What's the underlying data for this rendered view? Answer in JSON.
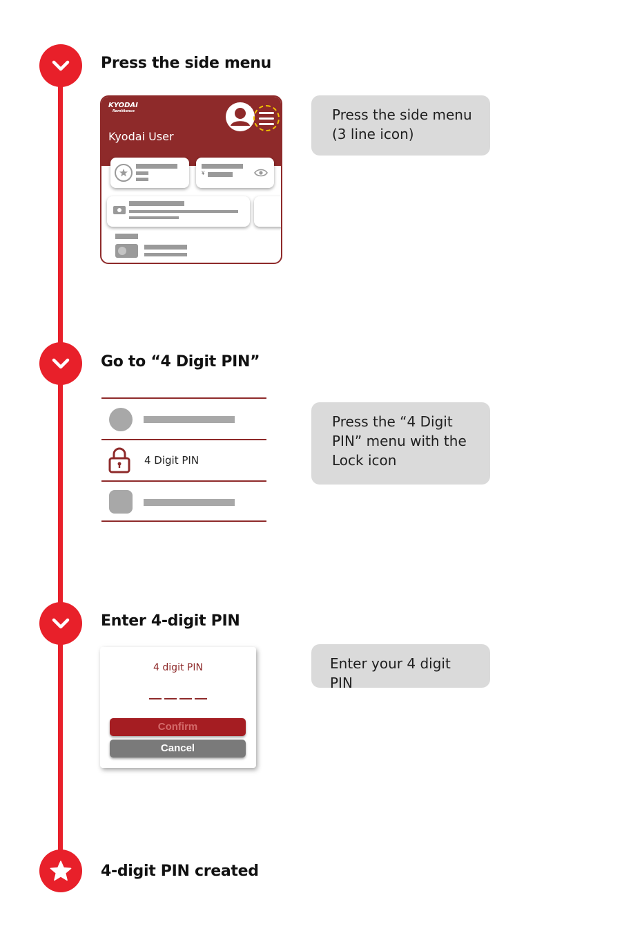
{
  "colors": {
    "accent": "#e8202a",
    "brand": "#8e2a2a",
    "callout": "#dadada"
  },
  "steps": [
    {
      "title": "Press the side menu",
      "icon": "chevron-down-icon",
      "callout": "Press the side menu (3 line icon)"
    },
    {
      "title": "Go to “4 Digit PIN”",
      "icon": "chevron-down-icon",
      "callout": "Press the “4 Digit PIN” menu with the Lock icon"
    },
    {
      "title": "Enter 4-digit PIN",
      "icon": "chevron-down-icon",
      "callout": "Enter your 4 digit PIN"
    },
    {
      "title": "4-digit PIN created",
      "icon": "star-icon"
    }
  ],
  "phone": {
    "logo_main": "KYODAI",
    "logo_sub": "Remittance",
    "user_name": "Kyodai User",
    "currency_symbol": "¥"
  },
  "menu": {
    "pin_item_label": "4 Digit PIN"
  },
  "pin_dialog": {
    "title": "4 digit PIN",
    "confirm_label": "Confirm",
    "cancel_label": "Cancel"
  }
}
